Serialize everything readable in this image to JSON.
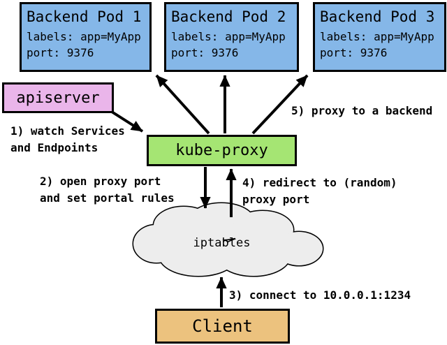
{
  "diagram": {
    "pods": [
      {
        "title": "Backend Pod 1",
        "labels": "labels: app=MyApp",
        "port": "port: 9376"
      },
      {
        "title": "Backend Pod 2",
        "labels": "labels: app=MyApp",
        "port": "port: 9376"
      },
      {
        "title": "Backend Pod 3",
        "labels": "labels: app=MyApp",
        "port": "port: 9376"
      }
    ],
    "apiserver": {
      "label": "apiserver"
    },
    "kube_proxy": {
      "label": "kube-proxy"
    },
    "cloud": {
      "label": "iptables"
    },
    "client": {
      "label": "Client"
    },
    "notes": {
      "watch": "1) watch Services\nand Endpoints",
      "open_port": "2) open proxy port\nand set portal rules",
      "connect": "3) connect to 10.0.0.1:1234",
      "redirect": "4) redirect to (random)\nproxy port",
      "proxy_backend": "5) proxy to a backend"
    },
    "colors": {
      "pod-fill": "#85b7e8",
      "apiserver-fill": "#eab5ea",
      "kubeproxy-fill": "#a5e573",
      "client-fill": "#ecc27e",
      "cloud-fill": "#ededed",
      "stroke": "#000000"
    }
  }
}
